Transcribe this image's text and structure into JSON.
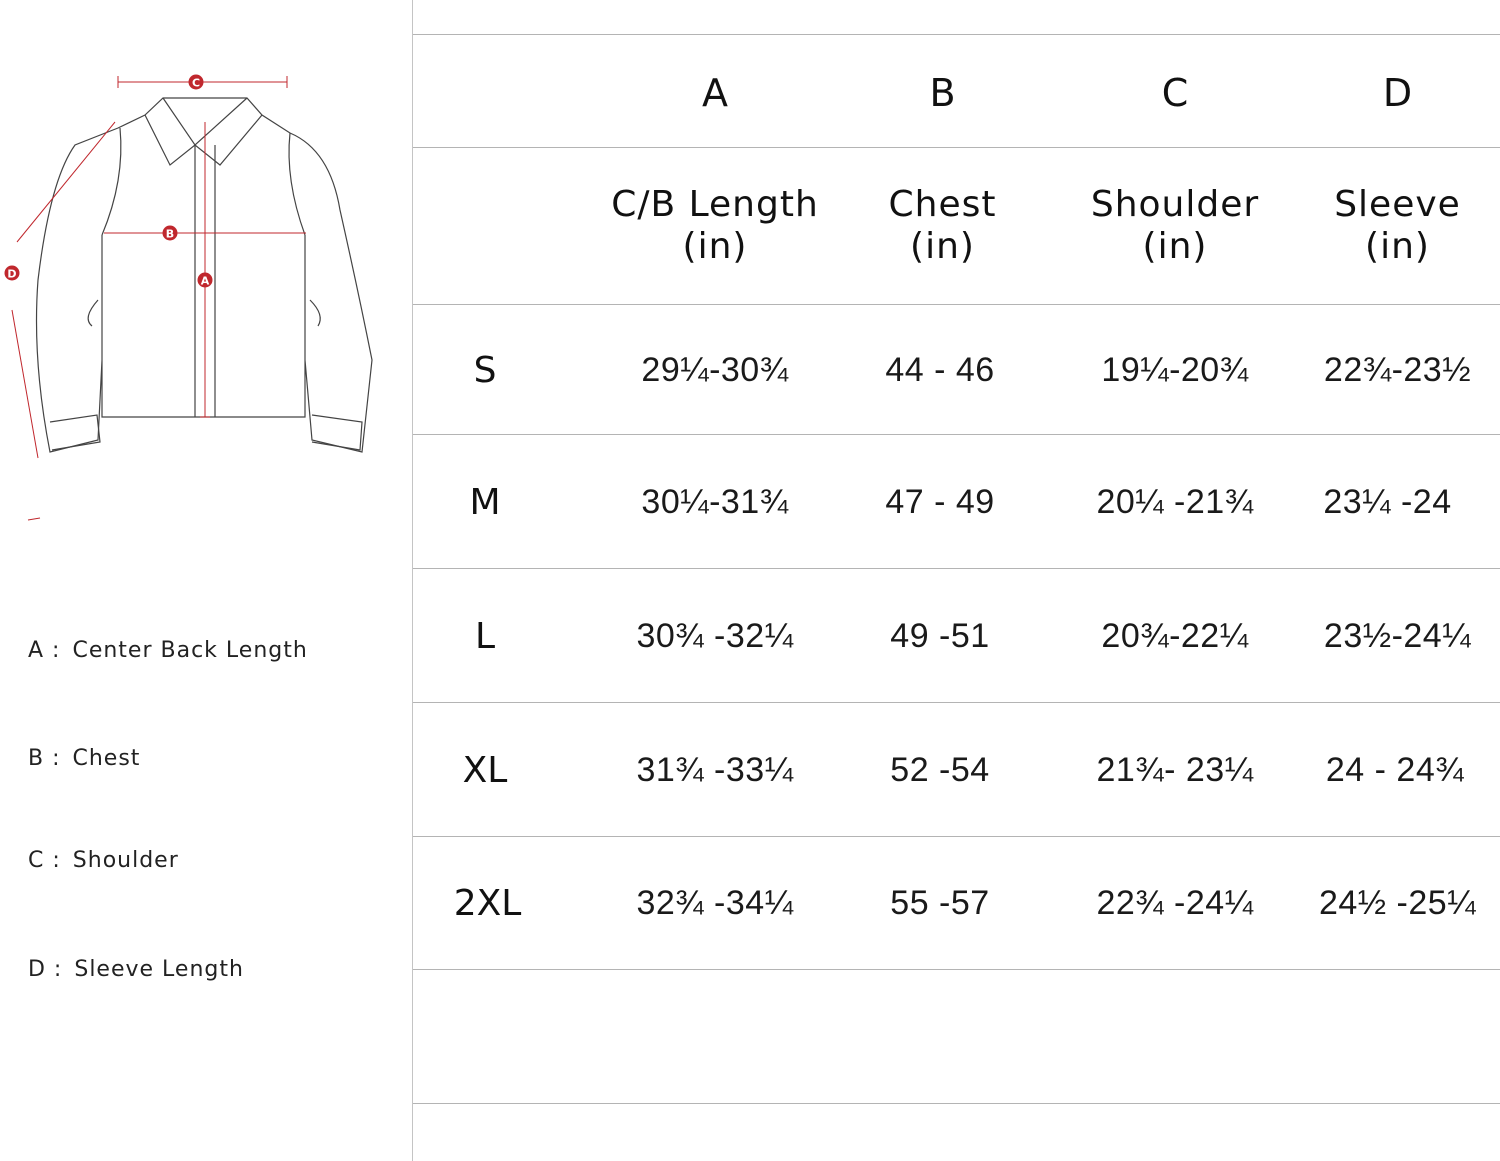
{
  "legend": {
    "a": {
      "key": "A :",
      "text": "Center Back Length"
    },
    "b": {
      "key": "B :",
      "text": "Chest"
    },
    "c": {
      "key": "C :",
      "text": "Shoulder"
    },
    "d": {
      "key": "D :",
      "text": "Sleeve Length"
    }
  },
  "diagram": {
    "markers": {
      "a": "A",
      "b": "B",
      "c": "C",
      "d": "D"
    },
    "marker_color": "#c0272d"
  },
  "table": {
    "letters": [
      "A",
      "B",
      "C",
      "D"
    ],
    "names": [
      {
        "line1": "C/B Length",
        "line2": "(in)"
      },
      {
        "line1": "Chest",
        "line2": "(in)"
      },
      {
        "line1": "Shoulder",
        "line2": "(in)"
      },
      {
        "line1": "Sleeve",
        "line2": "(in)"
      }
    ],
    "rows": [
      {
        "size": "S",
        "values": [
          "29¼-30¾",
          "44 - 46",
          "19¼-20¾",
          "22¾-23½"
        ]
      },
      {
        "size": "M",
        "values": [
          "30¼-31¾",
          "47 - 49",
          "20¼ -21¾",
          "23¼ -24"
        ]
      },
      {
        "size": "L",
        "values": [
          "30¾ -32¼",
          "49 -51",
          "20¾-22¼",
          "23½-24¼"
        ]
      },
      {
        "size": "XL",
        "values": [
          "31¾ -33¼",
          "52 -54",
          "21¾- 23¼",
          "24 - 24¾"
        ]
      },
      {
        "size": "2XL",
        "values": [
          "32¾ -34¼",
          "55 -57",
          "22¾ -24¼",
          "24½ -25¼"
        ]
      }
    ]
  }
}
